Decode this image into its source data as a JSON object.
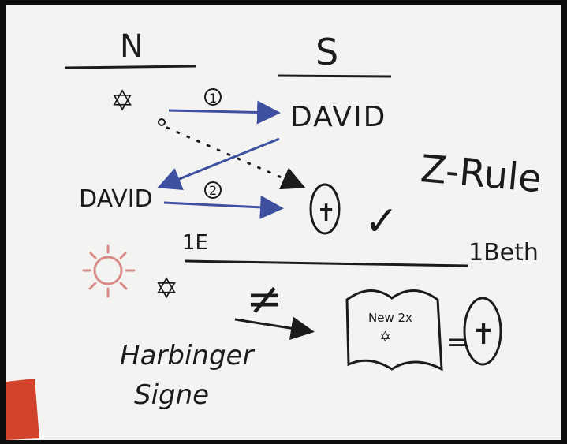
{
  "colors": {
    "board": "#f3f3f1",
    "ink": "#1b1b1b",
    "arrow": "#3f4fa0",
    "sun": "#d98a86",
    "marker": "#d2432b"
  },
  "columns": {
    "north": "N",
    "south": "S"
  },
  "top_row": {
    "star": "✡",
    "name": "DAVID",
    "step1": "1"
  },
  "middle_row": {
    "name": "DAVID",
    "step2": "2",
    "cross": "✝",
    "check": "✓"
  },
  "rule_label": "Z-Rule",
  "timeline": {
    "left": "1E",
    "right": "1Beth"
  },
  "bottom": {
    "sun": "☼",
    "star": "✡",
    "not_equal": "≠",
    "book_line1": "New 2x",
    "book_star": "✡",
    "equals": "=",
    "cross": "✝",
    "harbinger_line1": "Harbinger",
    "harbinger_line2": "Signe"
  }
}
